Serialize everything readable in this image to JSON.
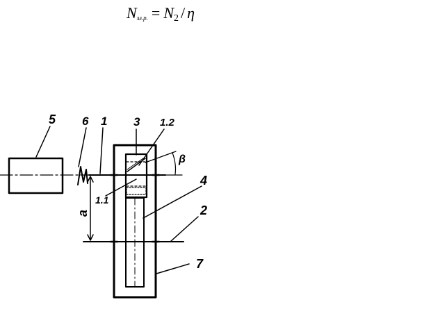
{
  "formula": {
    "lhs_symbol": "N",
    "lhs_subscript": "зл.р.",
    "equals": "=",
    "rhs_symbol": "N",
    "rhs_subscript": "2",
    "divide": "/",
    "eta": "η"
  },
  "diagram": {
    "labels": {
      "motor": "5",
      "coupling": "6",
      "input_shaft": "1",
      "top_gear": "3",
      "gear_part_top": "1.2",
      "gear_part_bottom": "1.1",
      "large_gear": "4",
      "output_shaft": "2",
      "housing": "7",
      "center_distance": "a",
      "helix_angle": "β"
    }
  }
}
